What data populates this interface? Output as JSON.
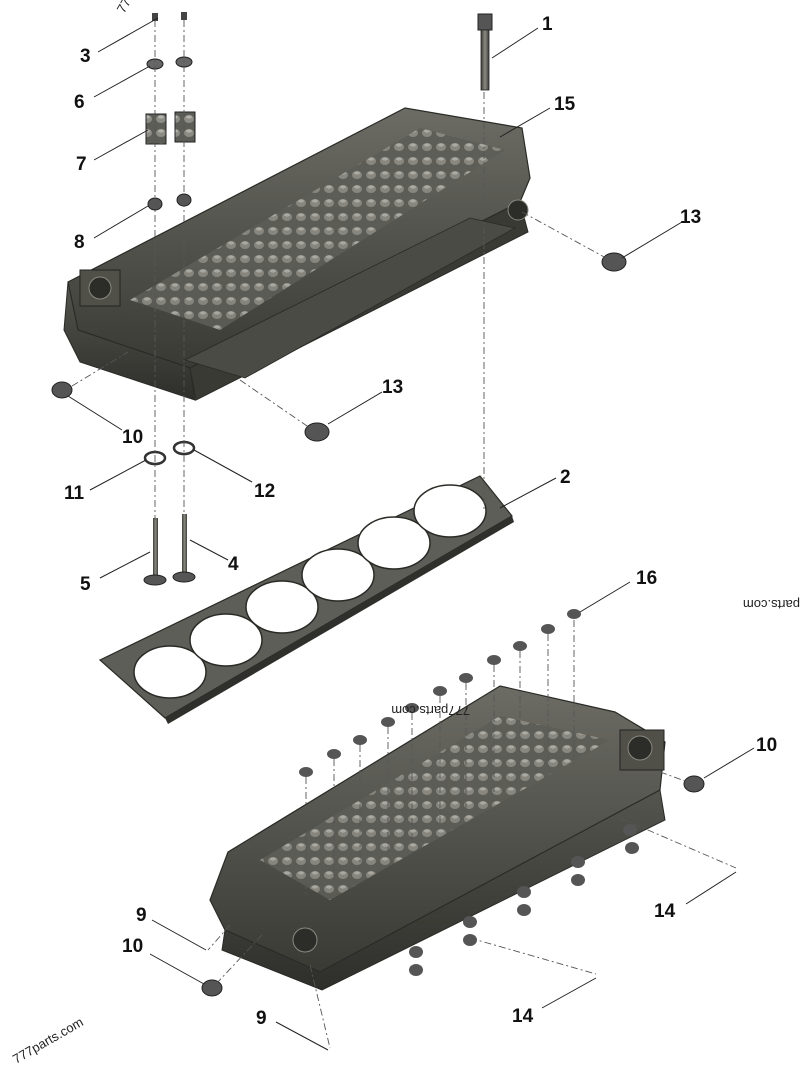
{
  "callouts": [
    {
      "id": "c1",
      "label": "1"
    },
    {
      "id": "c2",
      "label": "2"
    },
    {
      "id": "c3",
      "label": "3"
    },
    {
      "id": "c4",
      "label": "4"
    },
    {
      "id": "c5",
      "label": "5"
    },
    {
      "id": "c6",
      "label": "6"
    },
    {
      "id": "c7",
      "label": "7"
    },
    {
      "id": "c8",
      "label": "8"
    },
    {
      "id": "c9a",
      "label": "9"
    },
    {
      "id": "c9b",
      "label": "9"
    },
    {
      "id": "c10a",
      "label": "10"
    },
    {
      "id": "c10b",
      "label": "10"
    },
    {
      "id": "c10c",
      "label": "10"
    },
    {
      "id": "c11",
      "label": "11"
    },
    {
      "id": "c12",
      "label": "12"
    },
    {
      "id": "c13a",
      "label": "13"
    },
    {
      "id": "c13b",
      "label": "13"
    },
    {
      "id": "c14a",
      "label": "14"
    },
    {
      "id": "c14b",
      "label": "14"
    },
    {
      "id": "c15",
      "label": "15"
    },
    {
      "id": "c16",
      "label": "16"
    }
  ],
  "watermarks": {
    "center": "777parts.com",
    "right": "parts.com",
    "bottom_left": "777parts.com",
    "top_left": "77"
  },
  "colors": {
    "metal_dark": "#3f3f3a",
    "metal_mid": "#5a5a54",
    "metal_light": "#7d7d76",
    "background": "#ffffff"
  }
}
